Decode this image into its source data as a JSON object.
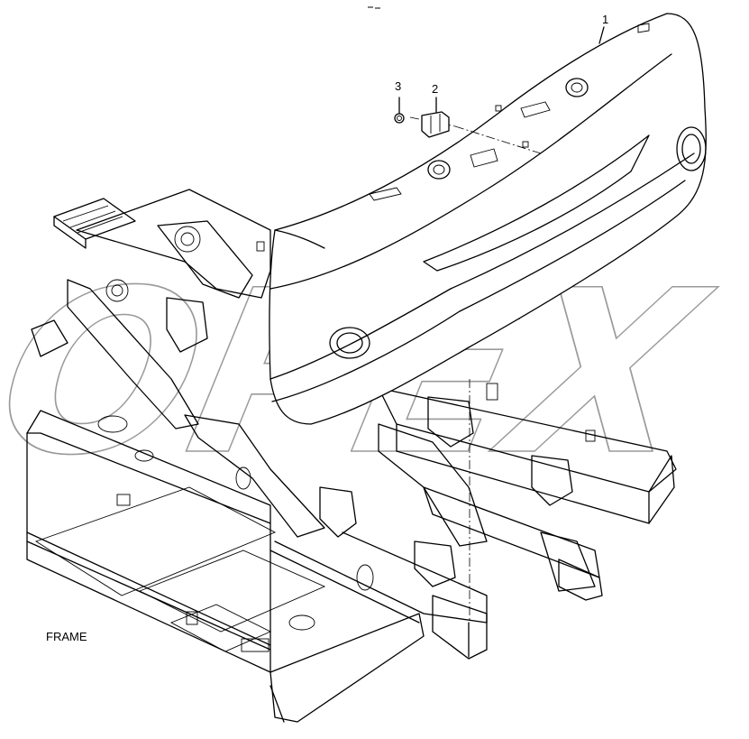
{
  "callouts": {
    "part1": "1",
    "part2": "2",
    "part3": "3"
  },
  "caption": "FRAME",
  "watermark": "OPEX"
}
